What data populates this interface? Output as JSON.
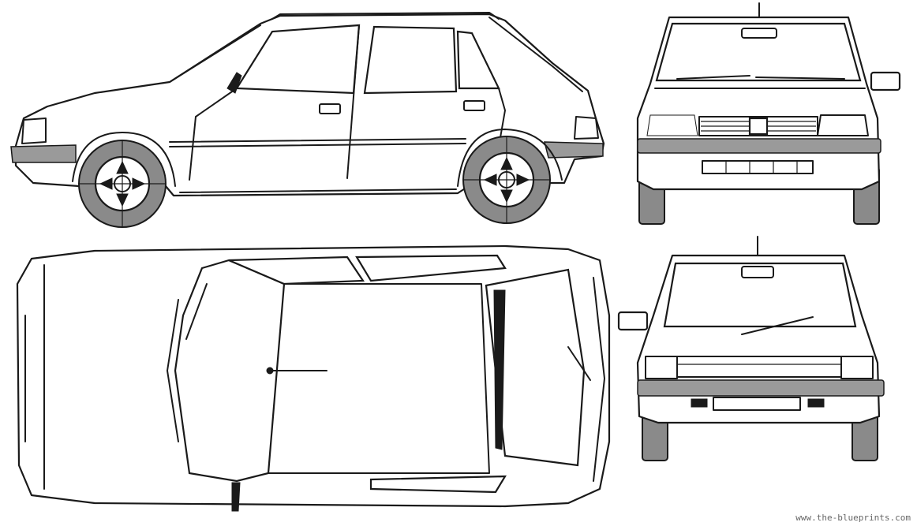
{
  "views": {
    "side": "side view",
    "front": "front view",
    "top": "top view",
    "rear": "rear view"
  },
  "watermark": "www.the-blueprints.com",
  "colors": {
    "line": "#1a1a1a",
    "tire": "#8a8a8a",
    "background": "#ffffff"
  }
}
